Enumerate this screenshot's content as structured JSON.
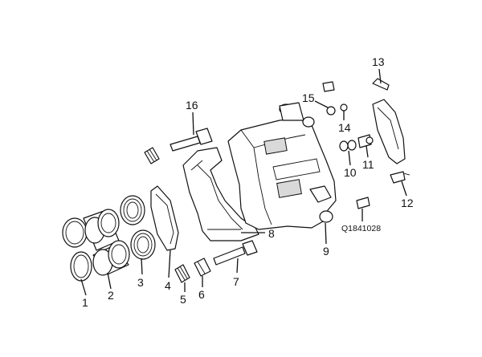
{
  "diagram": {
    "part_code": "Q1841028",
    "callouts": [
      {
        "id": "1",
        "label": "1"
      },
      {
        "id": "2",
        "label": "2"
      },
      {
        "id": "3",
        "label": "3"
      },
      {
        "id": "4",
        "label": "4"
      },
      {
        "id": "5",
        "label": "5"
      },
      {
        "id": "6",
        "label": "6"
      },
      {
        "id": "7",
        "label": "7"
      },
      {
        "id": "8",
        "label": "8"
      },
      {
        "id": "9",
        "label": "9"
      },
      {
        "id": "10",
        "label": "10"
      },
      {
        "id": "11",
        "label": "11"
      },
      {
        "id": "12",
        "label": "12"
      },
      {
        "id": "13",
        "label": "13"
      },
      {
        "id": "14",
        "label": "14"
      },
      {
        "id": "15",
        "label": "15"
      },
      {
        "id": "16",
        "label": "16"
      }
    ]
  }
}
